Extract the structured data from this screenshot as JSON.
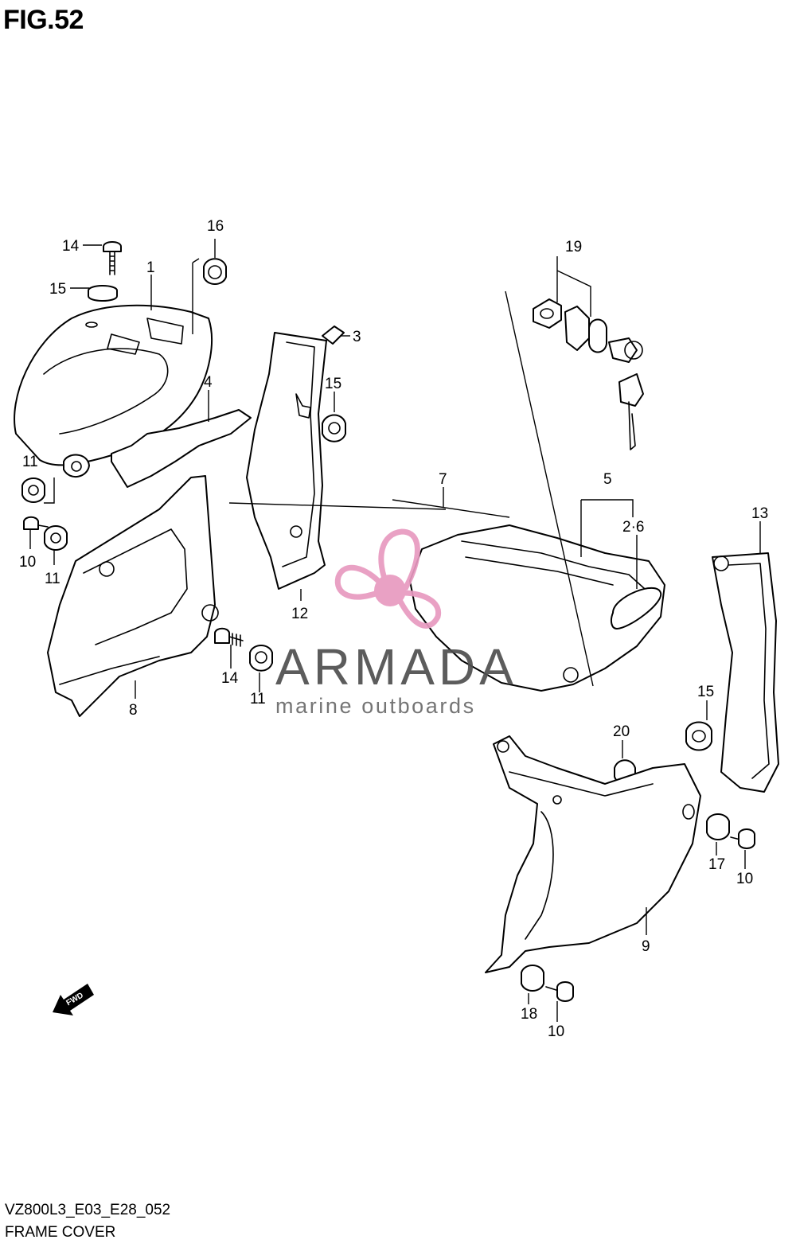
{
  "figure": {
    "title": "FIG.52",
    "code": "VZ800L3_E03_E28_052",
    "name": "FRAME COVER"
  },
  "watermark": {
    "brand": "ARMADA",
    "tagline": "marine outboards",
    "color": "#e89ac0"
  },
  "arrow": {
    "label": "FWD"
  },
  "callouts": [
    {
      "id": "c1",
      "text": "1"
    },
    {
      "id": "c2",
      "text": "2·6"
    },
    {
      "id": "c3",
      "text": "3"
    },
    {
      "id": "c4",
      "text": "4"
    },
    {
      "id": "c5",
      "text": "5"
    },
    {
      "id": "c7",
      "text": "7"
    },
    {
      "id": "c8",
      "text": "8"
    },
    {
      "id": "c9",
      "text": "9"
    },
    {
      "id": "c10a",
      "text": "10"
    },
    {
      "id": "c10b",
      "text": "10"
    },
    {
      "id": "c10c",
      "text": "10"
    },
    {
      "id": "c11a",
      "text": "11"
    },
    {
      "id": "c11b",
      "text": "11"
    },
    {
      "id": "c11c",
      "text": "11"
    },
    {
      "id": "c12",
      "text": "12"
    },
    {
      "id": "c13",
      "text": "13"
    },
    {
      "id": "c14a",
      "text": "14"
    },
    {
      "id": "c14b",
      "text": "14"
    },
    {
      "id": "c15a",
      "text": "15"
    },
    {
      "id": "c15b",
      "text": "15"
    },
    {
      "id": "c15c",
      "text": "15"
    },
    {
      "id": "c16",
      "text": "16"
    },
    {
      "id": "c17",
      "text": "17"
    },
    {
      "id": "c18",
      "text": "18"
    },
    {
      "id": "c19",
      "text": "19"
    },
    {
      "id": "c20",
      "text": "20"
    }
  ]
}
